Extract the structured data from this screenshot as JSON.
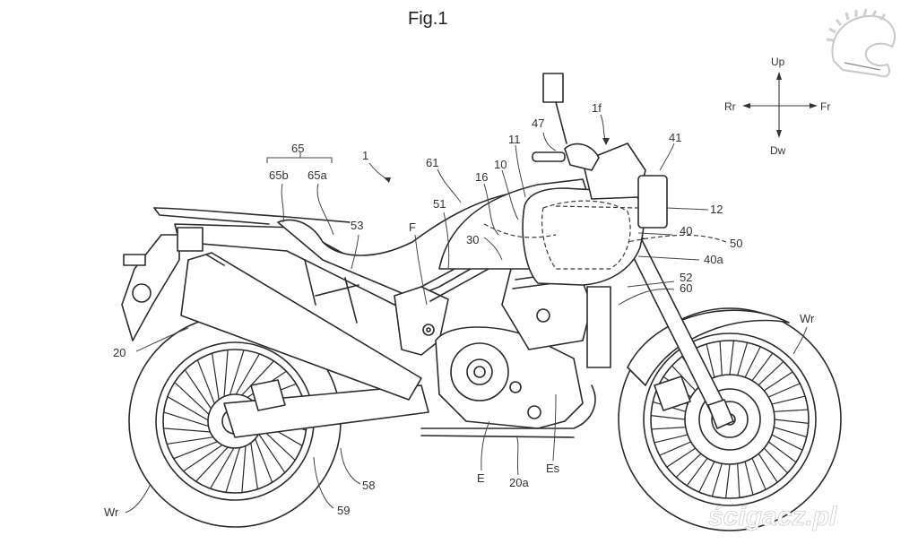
{
  "figure": {
    "title": "Fig.1",
    "subject": "motorcycle side view (patent drawing)"
  },
  "direction_indicator": {
    "up": "Up",
    "down": "Dw",
    "rear": "Rr",
    "front": "Fr"
  },
  "reference_labels": {
    "vehicle": "1",
    "handlebar_assembly": "1f",
    "ref_65": "65",
    "ref_65a": "65a",
    "ref_65b": "65b",
    "ref_61": "61",
    "ref_51": "51",
    "ref_53": "53",
    "ref_F": "F",
    "ref_16": "16",
    "ref_10": "10",
    "ref_11": "11",
    "ref_47": "47",
    "ref_30": "30",
    "ref_41": "41",
    "ref_12": "12",
    "ref_40": "40",
    "ref_50": "50",
    "ref_40a": "40a",
    "ref_52": "52",
    "ref_60": "60",
    "ref_20": "20",
    "ref_E": "E",
    "ref_20a": "20a",
    "ref_Es": "Es",
    "ref_58": "58",
    "ref_59": "59",
    "rear_wheel": "Wr",
    "front_wheel": "Wr"
  },
  "watermark": {
    "text": "ścigacz.pl",
    "logo": "spartan-helmet-logo"
  }
}
